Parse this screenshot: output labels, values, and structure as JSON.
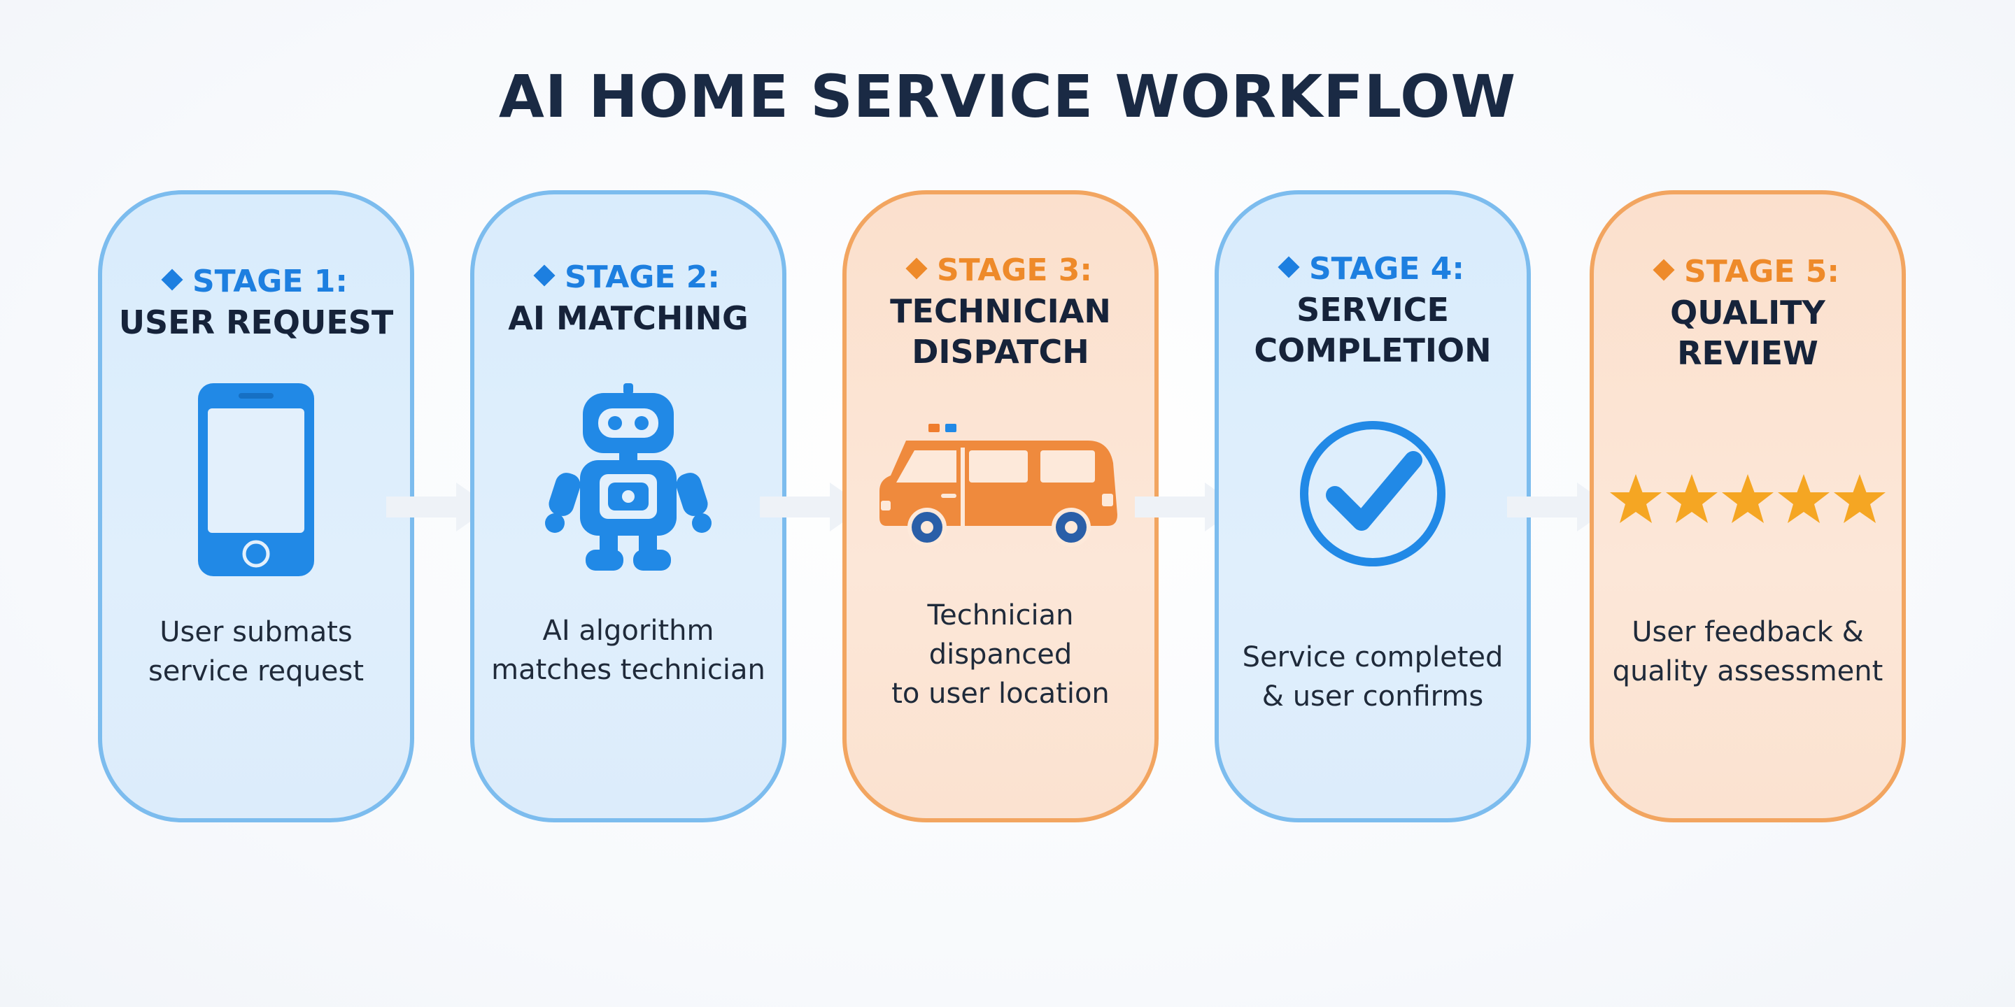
{
  "title": "AI HOME SERVICE WORKFLOW",
  "colors": {
    "blue_accent": "#1d7fe0",
    "orange_accent": "#ee8a2a",
    "blue_card_bg": "#dcecfb",
    "orange_card_bg": "#fbe2d0",
    "title_color": "#1a2a44",
    "star_color": "#f5a623"
  },
  "stages": [
    {
      "label": "STAGE 1:",
      "name_lines": [
        "USER REQUEST"
      ],
      "icon": "smartphone-icon",
      "theme": "blue",
      "desc_lines": [
        "User submats",
        "service request"
      ]
    },
    {
      "label": "STAGE 2:",
      "name_lines": [
        "AI MATCHING"
      ],
      "icon": "robot-icon",
      "theme": "blue",
      "desc_lines": [
        "AI algorithm",
        "matches technician"
      ]
    },
    {
      "label": "STAGE 3:",
      "name_lines": [
        "TECHNICIAN",
        "DISPATCH"
      ],
      "icon": "van-icon",
      "theme": "orange",
      "desc_lines": [
        "Technician",
        "dispanced",
        "to user location"
      ]
    },
    {
      "label": "STAGE 4:",
      "name_lines": [
        "SERVICE",
        "COMPLETION"
      ],
      "icon": "checkmark-icon",
      "theme": "blue",
      "desc_lines": [
        "Service completed",
        "& user confirms"
      ]
    },
    {
      "label": "STAGE 5:",
      "name_lines": [
        "QUALITY",
        "REVIEW"
      ],
      "icon": "five-stars-icon",
      "theme": "orange",
      "desc_lines": [
        "User feedback &",
        "quality assessment"
      ]
    }
  ]
}
